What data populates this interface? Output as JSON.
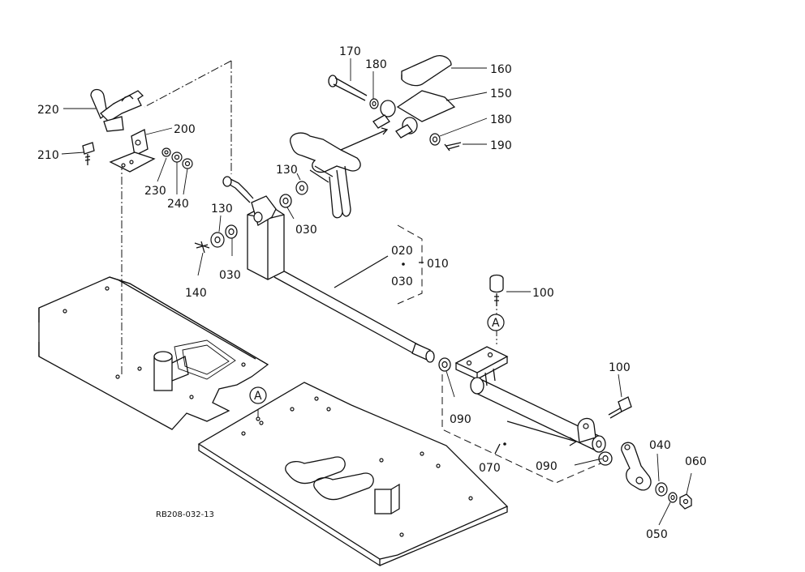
{
  "labels": {
    "p170": "170",
    "p180a": "180",
    "p160": "160",
    "p150": "150",
    "p180b": "180",
    "p190": "190",
    "p220": "220",
    "p200": "200",
    "p210": "210",
    "p230": "230",
    "p240": "240",
    "p130a": "130",
    "p030a": "030",
    "p130b": "130",
    "p030b": "030",
    "p140": "140",
    "p020": "020",
    "p010": "010",
    "p030c": "030",
    "p100a": "100",
    "pA1": "A",
    "pA2": "A",
    "p100b": "100",
    "p090a": "090",
    "p070": "070",
    "p090b": "090",
    "p040": "040",
    "p060": "060",
    "p050": "050"
  },
  "drawing_ref": "RB208-032-13"
}
